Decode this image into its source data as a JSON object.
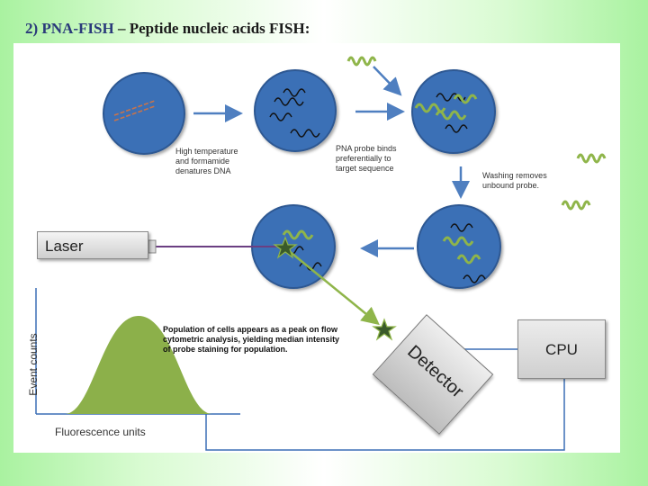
{
  "title": {
    "bold": "2) PNA-FISH",
    "rest": "– Peptide nucleic acids FISH:"
  },
  "steps": {
    "denature": [
      "High temperature",
      "and formamide",
      "denatures DNA"
    ],
    "bind": [
      "PNA probe binds",
      "preferentially to",
      "target sequence"
    ],
    "wash": [
      "Washing removes",
      "unbound probe."
    ]
  },
  "laser_label": "Laser",
  "detector_label": "Detector",
  "cpu_label": "CPU",
  "population_text": [
    "Population of cells appears as a peak on flow",
    "cytometric analysis, yielding median intensity",
    "of probe staining for population."
  ],
  "histogram": {
    "ylabel": "Event counts",
    "xlabel": "Fluorescence units"
  },
  "colors": {
    "cell_fill": "#3b6fb6",
    "cell_stroke": "#2d5892",
    "arrow": "#4f7fc0",
    "probe": "#8fb54a",
    "peak": "#8cb04a",
    "laser_beam": "#6b3f82",
    "background_green": "#a9f2a0"
  }
}
